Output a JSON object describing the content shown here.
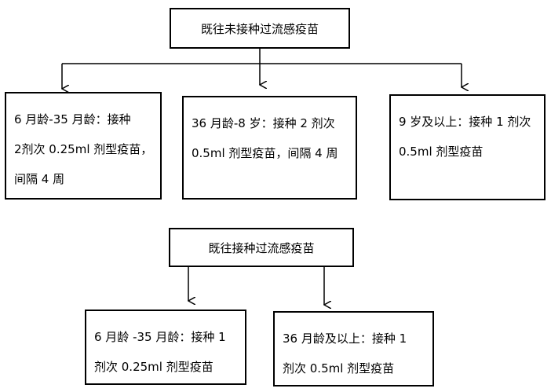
{
  "top_section": {
    "header": "既往未接种过流感疫苗",
    "boxes": [
      "6 月龄-35 月龄：接种\n2剂次 0.25ml 剂型疫苗，\n间隔 4 周",
      "36 月龄-8 岁：接种 2 剂次\n0.5ml 剂型疫苗，间隔 4 周",
      "9 岁及以上：接种 1 剂次\n0.5ml 剂型疫苗"
    ]
  },
  "bottom_section": {
    "header": "既往接种过流感疫苗",
    "boxes": [
      "6 月龄 -35 月龄：接种 1\n剂次 0.25ml 剂型疫苗",
      "36 月龄及以上：接种 1\n剂次 0.5ml 剂型疫苗"
    ]
  }
}
